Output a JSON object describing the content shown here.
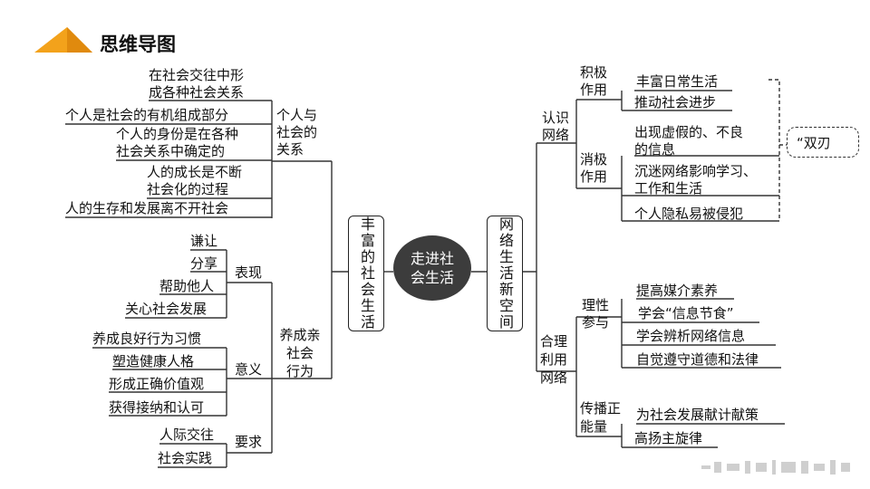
{
  "header": {
    "title": "思维导图"
  },
  "center": {
    "line1": "走进社",
    "line2": "会生活"
  },
  "left_root": "丰富的社会生活",
  "right_root": "网络生活新空间",
  "left": {
    "relation": {
      "label": [
        "个人与",
        "社会的",
        "关系"
      ],
      "items": [
        [
          "在社会交往中形",
          "成各种社会关系"
        ],
        [
          "个人是社会的有机组成部分"
        ],
        [
          "个人的身份是在各种",
          "社会关系中确定的"
        ],
        [
          "人的成长是不断",
          "社会化的过程"
        ],
        [
          "人的生存和发展离不开社会"
        ]
      ]
    },
    "prosocial": {
      "label": [
        "养成亲",
        "社会",
        "行为"
      ],
      "performance": {
        "label": "表现",
        "items": [
          "谦让",
          "分享",
          "帮助他人",
          "关心社会发展"
        ]
      },
      "meaning": {
        "label": "意义",
        "items": [
          "养成良好行为习惯",
          "塑造健康人格",
          "形成正确价值观",
          "获得接纳和认可"
        ]
      },
      "requirement": {
        "label": "要求",
        "items": [
          "人际交往",
          "社会实践"
        ]
      }
    }
  },
  "right": {
    "know": {
      "label": [
        "认识",
        "网络"
      ],
      "positive": {
        "label": [
          "积极",
          "作用"
        ],
        "items": [
          "丰富日常生活",
          "推动社会进步"
        ]
      },
      "negative": {
        "label": [
          "消极",
          "作用"
        ],
        "items": [
          [
            "出现虚假的、不良",
            "的信息"
          ],
          [
            "沉迷网络影响学习、",
            "工作和生活"
          ],
          [
            "个人隐私易被侵犯"
          ]
        ]
      },
      "bubble": "“双刃"
    },
    "use": {
      "label": [
        "合理",
        "利用",
        "网络"
      ],
      "rational": {
        "label": [
          "理性",
          "参与"
        ],
        "items": [
          "提高媒介素养",
          "学会“信息节食”",
          "学会辨析网络信息",
          "自觉遵守道德和法律"
        ]
      },
      "spread": {
        "label": [
          "传播正",
          "能量"
        ],
        "items": [
          "为社会发展献计献策",
          "高扬主旋律"
        ]
      }
    }
  }
}
